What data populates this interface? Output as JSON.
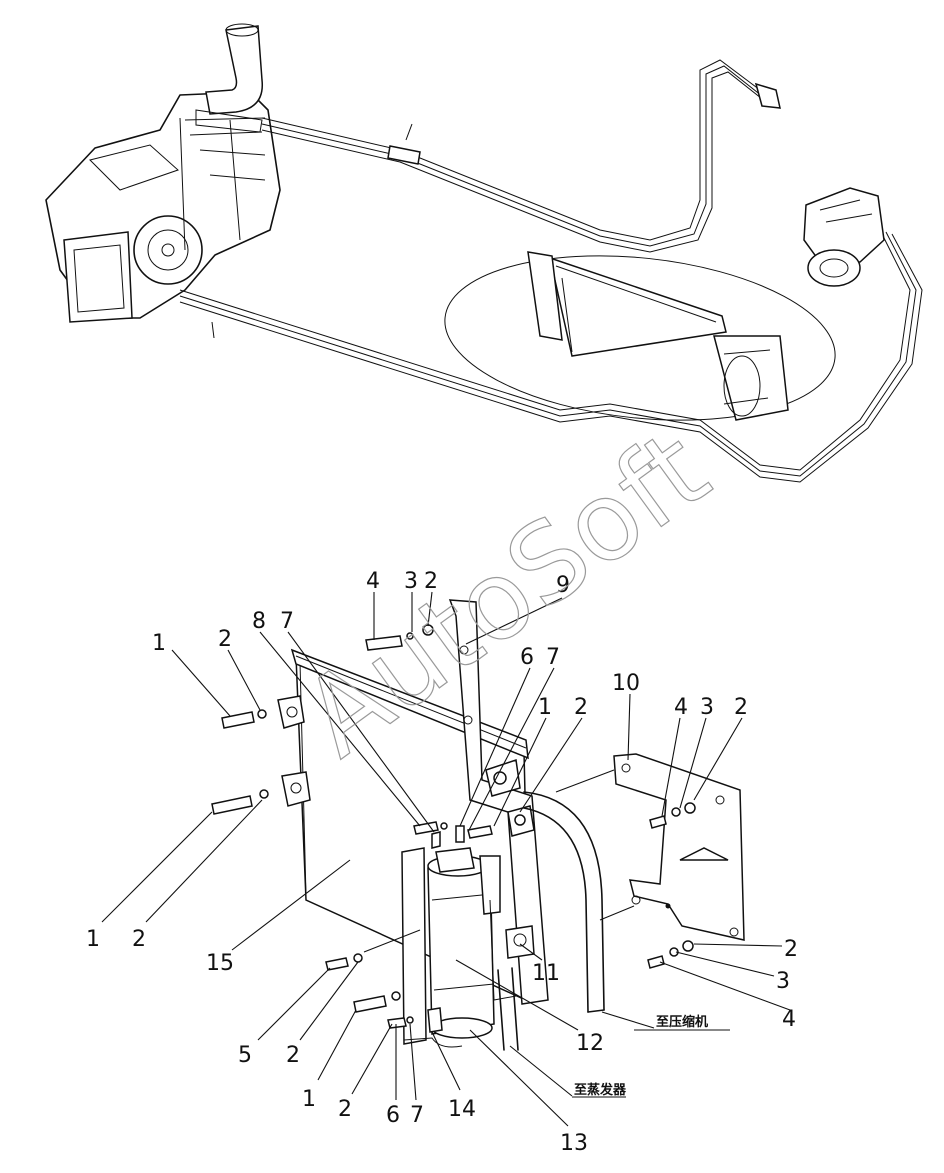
{
  "watermark": "AutoSoft",
  "notes": {
    "to_compressor": "至压缩机",
    "to_evaporator": "至蒸发器"
  },
  "callouts": [
    "1",
    "2",
    "1",
    "2",
    "15",
    "5",
    "2",
    "1",
    "2",
    "6",
    "7",
    "14",
    "13",
    "12",
    "11",
    "9",
    "4",
    "3",
    "2",
    "8",
    "7",
    "6",
    "7",
    "1",
    "2",
    "10",
    "4",
    "3",
    "2",
    "2",
    "3",
    "4"
  ],
  "colors": {
    "line": "#111111",
    "watermark": "#9a9a9a",
    "background": "#ffffff"
  }
}
